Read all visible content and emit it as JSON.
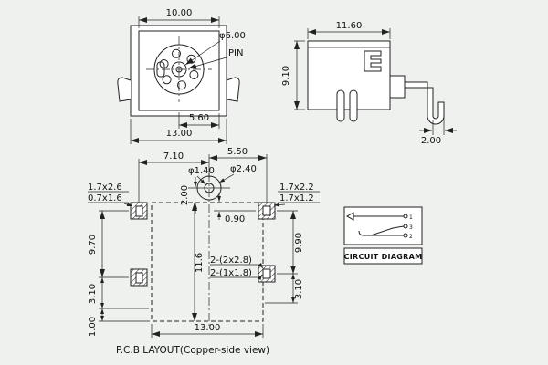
{
  "drawing": {
    "top_view": {
      "dim_top_width": "10.00",
      "dim_pin_dia": "φ6.00",
      "pin_label": "PIN",
      "dim_pin_offset": "5.60",
      "dim_overall_width": "13.00"
    },
    "side_view": {
      "dim_width": "11.60",
      "dim_height": "9.10",
      "dim_lead": "2.00"
    },
    "pcb": {
      "dim_left_span": "7.10",
      "dim_right_span": "5.50",
      "dim_hole_inner": "φ1.40",
      "dim_hole_outer": "φ2.40",
      "dim_hole_edge": "2.00",
      "pad_tl_outer": "1.7x2.6",
      "pad_tl_inner": "0.7x1.6",
      "pad_tr_outer": "1.7x2.2",
      "pad_tr_inner": "1.7x1.2",
      "dim_pad_top": "0.90",
      "dim_body_height": "11.6",
      "dim_left_pitch": "9.70",
      "dim_right_pitch": "9.90",
      "slot_note_a": "2-(2x2.8)",
      "slot_note_b": "2-(1x1.8)",
      "dim_left_lower": "3.10",
      "dim_right_lower": "3.10",
      "dim_left_bottom": "1.00",
      "dim_overall_width": "13.00",
      "caption": "P.C.B LAYOUT(Copper-side view)"
    },
    "circuit": {
      "pin_top": "1",
      "pin_mid": "3",
      "pin_bottom": "2",
      "label": "CIRCUIT DIAGRAM"
    }
  }
}
